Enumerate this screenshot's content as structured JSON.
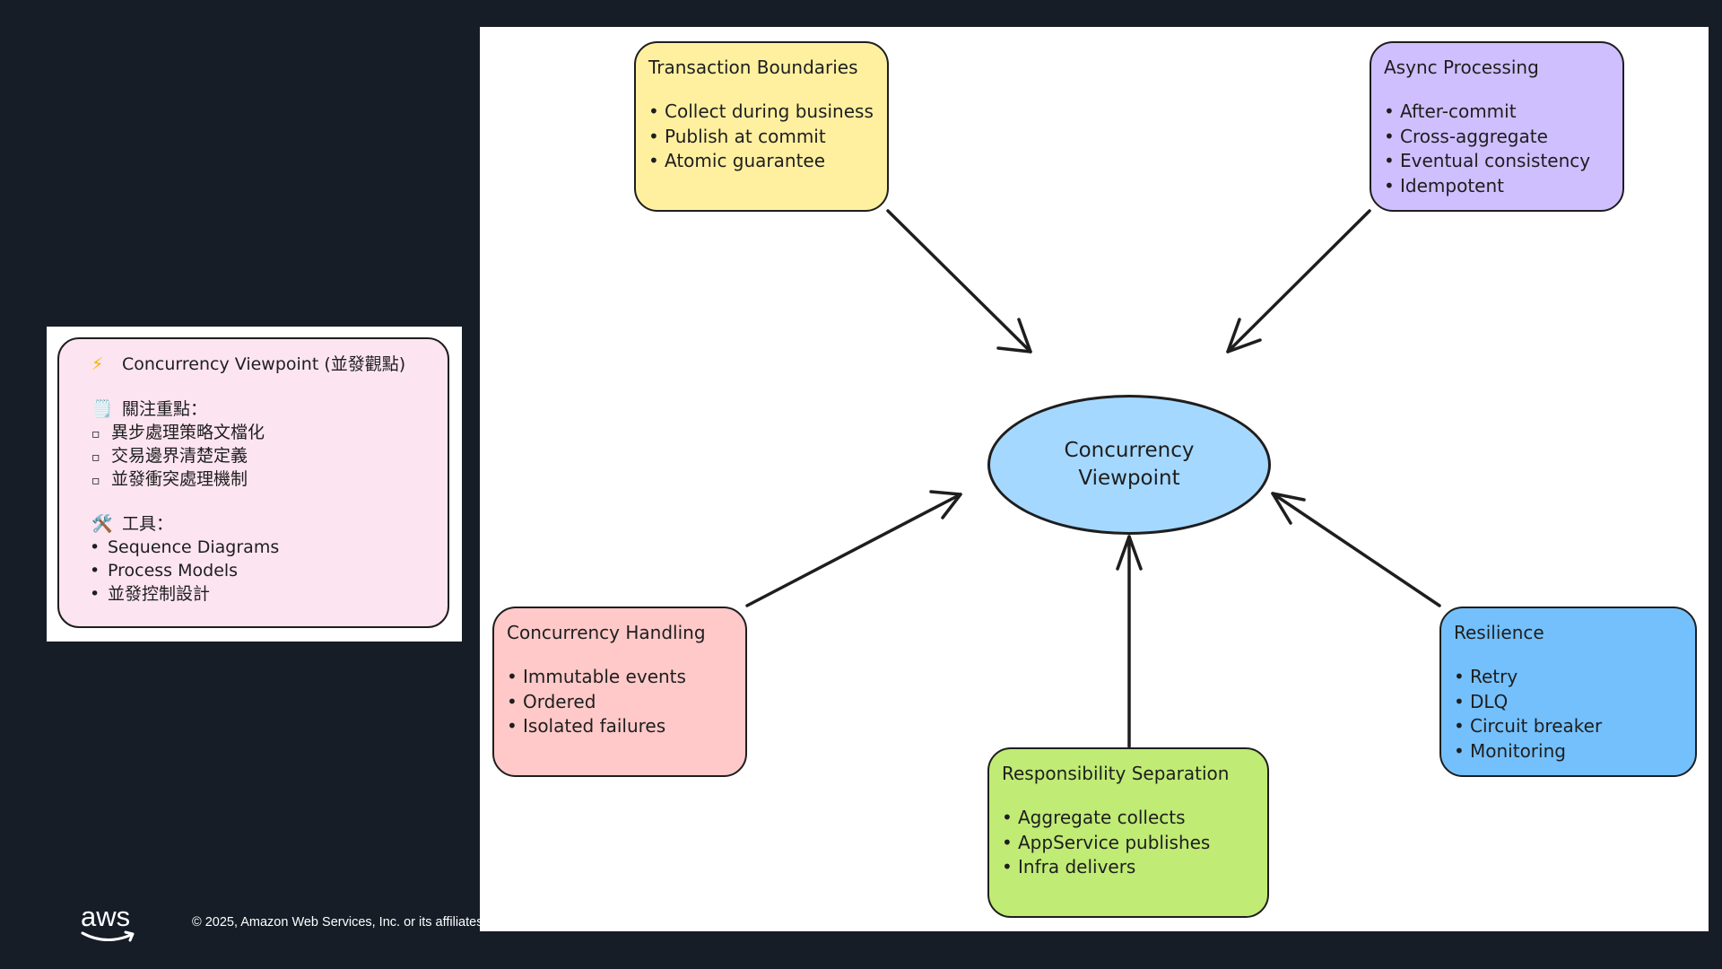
{
  "info_card": {
    "title_icon": "⚡",
    "title": "Concurrency Viewpoint (並發觀點)",
    "focus_icon": "🗒️",
    "focus_label": "關注重點：",
    "focus_bullet": "▫",
    "focus_items": [
      "異步處理策略文檔化",
      "交易邊界清楚定義",
      "並發衝突處理機制"
    ],
    "tools_icon": "🛠️",
    "tools_label": "工具：",
    "tools_bullet": "•",
    "tools_items": [
      "Sequence Diagrams",
      "Process Models",
      "並發控制設計"
    ]
  },
  "diagram": {
    "center": {
      "line1": "Concurrency",
      "line2": "Viewpoint",
      "color": "#a5d8ff"
    },
    "bullet": "•",
    "nodes": {
      "transaction": {
        "title": "Transaction Boundaries",
        "items": [
          "Collect during business",
          "Publish at commit",
          "Atomic guarantee"
        ],
        "color": "#fff0a0"
      },
      "async": {
        "title": "Async Processing",
        "items": [
          "After-commit",
          "Cross-aggregate",
          "Eventual consistency",
          "Idempotent"
        ],
        "color": "#d0bfff"
      },
      "handling": {
        "title": "Concurrency Handling",
        "items": [
          "Immutable events",
          "Ordered",
          "Isolated failures"
        ],
        "color": "#ffc9c9"
      },
      "resilience": {
        "title": "Resilience",
        "items": [
          "Retry",
          "DLQ",
          "Circuit breaker",
          "Monitoring"
        ],
        "color": "#74c0fc"
      },
      "responsibility": {
        "title": "Responsibility Separation",
        "items": [
          "Aggregate collects",
          "AppService publishes",
          "Infra delivers"
        ],
        "color": "#c0eb75"
      }
    }
  },
  "footer": {
    "logo_text": "aws",
    "copyright": "© 2025, Amazon Web Services, Inc. or its affiliates"
  }
}
